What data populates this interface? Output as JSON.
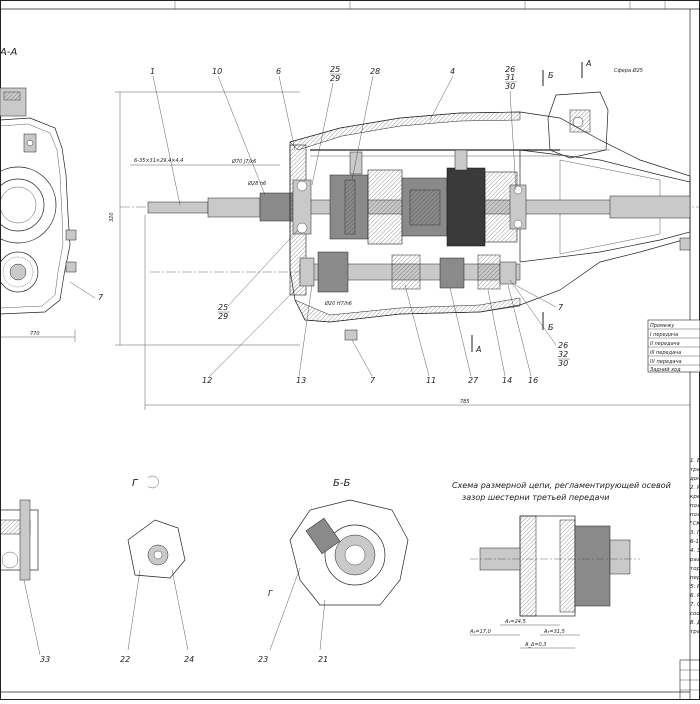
{
  "views": {
    "section_aa": "А-А",
    "section_bb": "Б-Б",
    "view_g": "Г",
    "scheme_title_1": "Схема размерной цепи, регламентирующей осевой",
    "scheme_title_2": "зазор шестерни третьей передачи"
  },
  "callouts": {
    "main_top": [
      "1",
      "10",
      "6",
      "25",
      "29",
      "28",
      "4",
      "26",
      "31",
      "30"
    ],
    "main_bottom": [
      "25",
      "29",
      "12",
      "13",
      "7",
      "11",
      "27",
      "14",
      "16"
    ],
    "main_right": [
      "7",
      "26",
      "32",
      "30"
    ],
    "left_view": [
      "7"
    ],
    "bottom_views": [
      "33",
      "22",
      "24",
      "23",
      "21"
    ]
  },
  "section_marks": {
    "a": "А",
    "b": "Б"
  },
  "gear_table": [
    "Промежу",
    "I передача",
    "II передача",
    "III передача",
    "IV передача",
    "Задний ход"
  ],
  "notes": [
    "1. В",
    "тра",
    "дон",
    "2. Р",
    "крепле",
    "поз",
    "поз",
    "\"СК-",
    "3. П",
    "6-10",
    "4. З",
    "разм",
    "тор",
    "перв",
    "5. Р",
    "6. Р",
    "7. С",
    "сооб",
    "8. Д",
    "тра"
  ],
  "dimensions": {
    "overall_length": "785",
    "left_width": "770",
    "height": "320",
    "a1": "A₁=17,0",
    "a2": "A₂=24,5",
    "a3": "A₃=31,5",
    "a_sum": "A_Δ=0,3"
  }
}
